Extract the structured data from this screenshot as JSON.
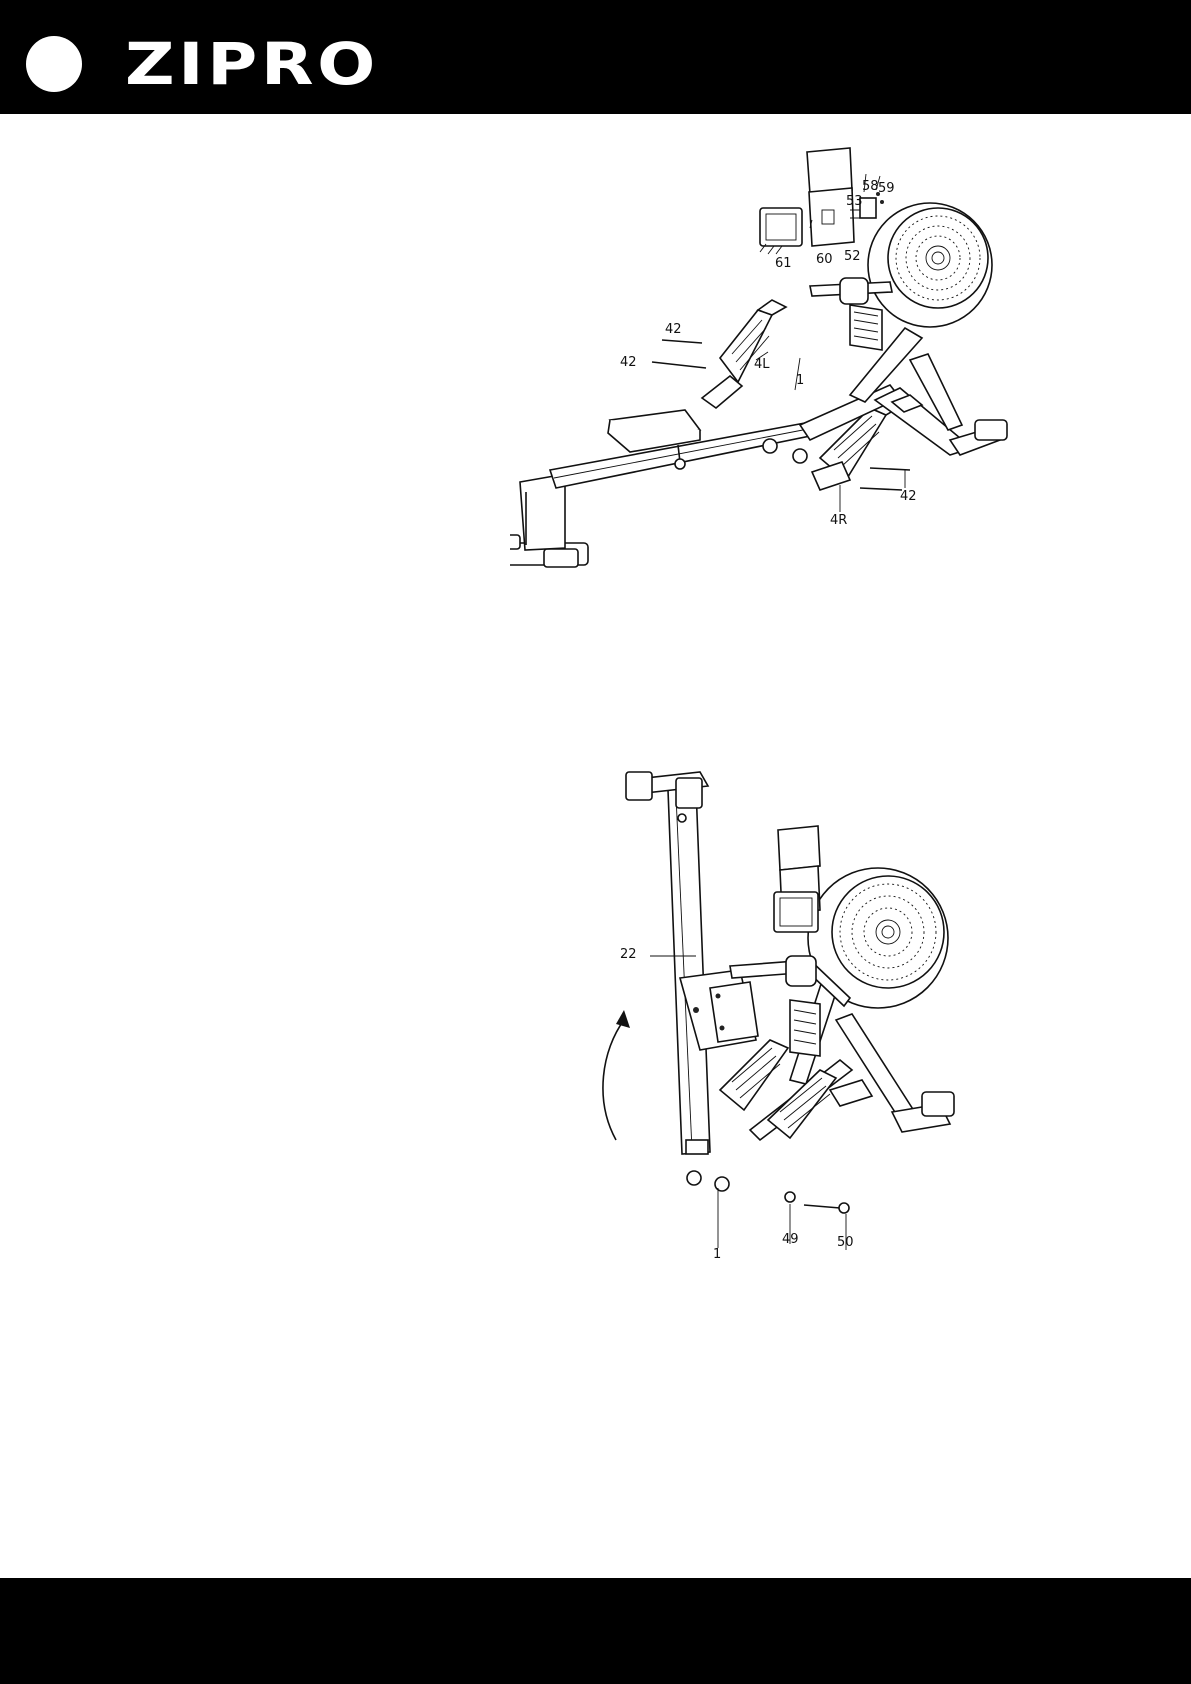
{
  "header": {
    "brand": "ZIPRO"
  },
  "figure1": {
    "callouts": [
      {
        "key": "c58",
        "text": "58"
      },
      {
        "key": "c59",
        "text": "59"
      },
      {
        "key": "c53",
        "text": "53"
      },
      {
        "key": "c52",
        "text": "52"
      },
      {
        "key": "c61",
        "text": "61"
      },
      {
        "key": "c60",
        "text": "60"
      },
      {
        "key": "c42a",
        "text": "42"
      },
      {
        "key": "c42b",
        "text": "42"
      },
      {
        "key": "c4L",
        "text": "4L"
      },
      {
        "key": "c1",
        "text": "1"
      },
      {
        "key": "c4R",
        "text": "4R"
      },
      {
        "key": "c42c",
        "text": "42"
      }
    ]
  },
  "figure2": {
    "callouts": [
      {
        "key": "c22",
        "text": "22"
      },
      {
        "key": "c1",
        "text": "1"
      },
      {
        "key": "c49",
        "text": "49"
      },
      {
        "key": "c50",
        "text": "50"
      }
    ]
  }
}
